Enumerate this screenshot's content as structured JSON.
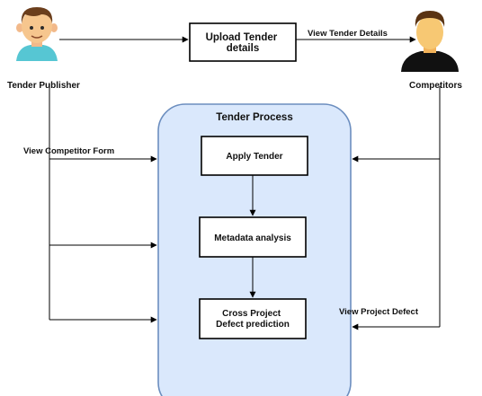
{
  "actors": {
    "publisher": {
      "label": "Tender Publisher",
      "icon": "male-user-avatar-icon"
    },
    "competitors": {
      "label": "Competitors",
      "icon": "user-silhouette-icon"
    }
  },
  "nodes": {
    "upload": [
      "Upload Tender",
      "details"
    ],
    "group_title": "Tender Process",
    "apply": "Apply Tender",
    "metadata": "Metadata analysis",
    "cross": [
      "Cross Project",
      "Defect prediction"
    ]
  },
  "edges": {
    "view_tender_details": "View Tender Details",
    "view_competitor_form": "View Competitor Form",
    "view_project_defect": "View Project Defect"
  },
  "colors": {
    "group_fill": "#dae8fc",
    "group_stroke": "#6c8ebf",
    "line": "#000000",
    "skin": "#f6c68e",
    "hair_brown": "#6b3e1c",
    "shirt_teal": "#56c6d3"
  }
}
